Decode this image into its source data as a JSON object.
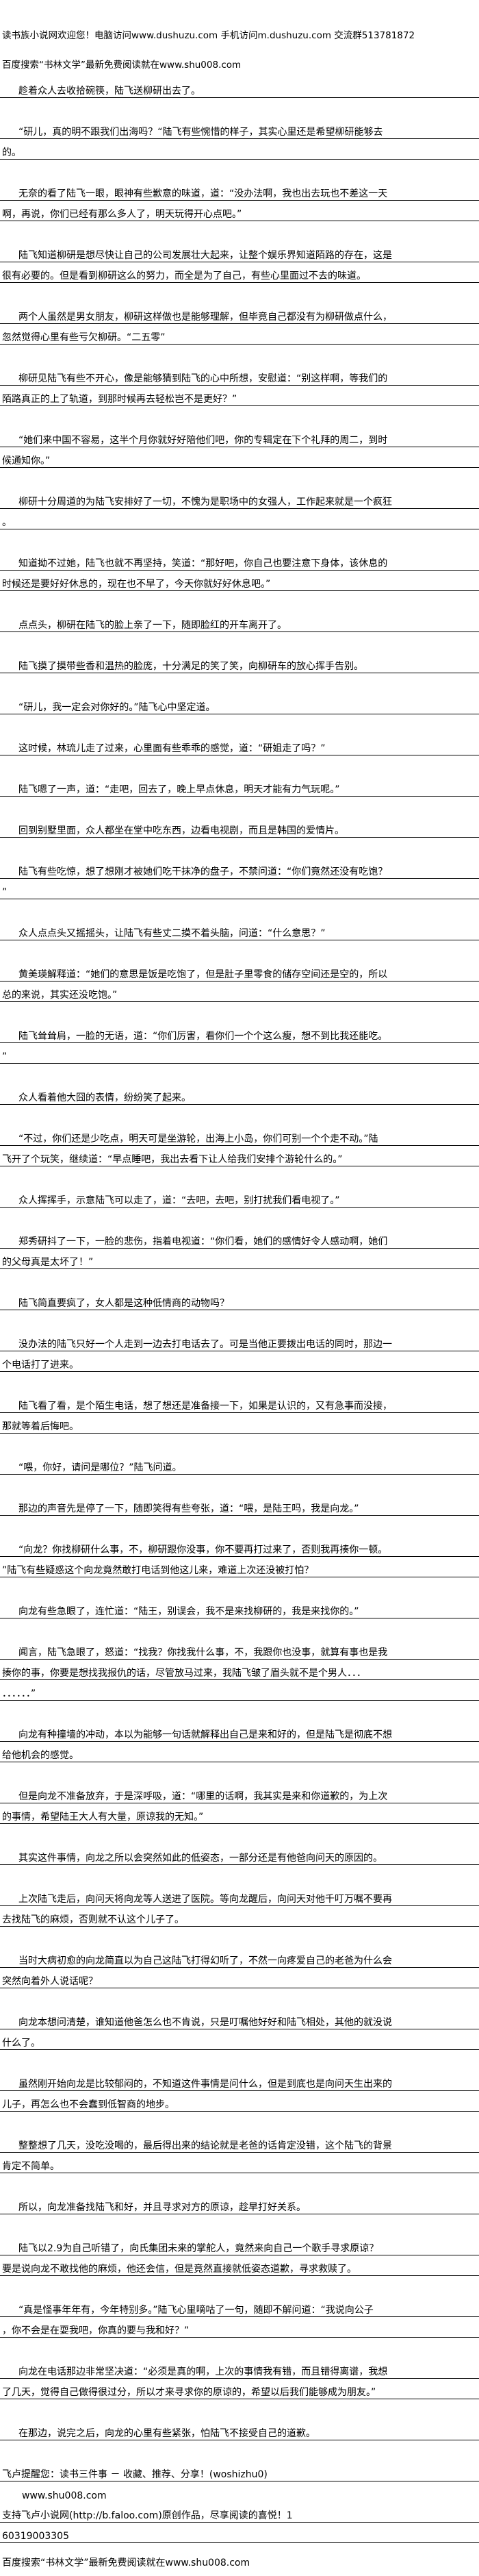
{
  "header": {
    "welcome": "读书族小说网欢迎您！电脑访问www.dushuzu.com 手机访问m.dushuzu.com 交流群513781872",
    "search_promo": "百度搜索“书林文学”最新免费阅读就在www.shu008.com"
  },
  "paragraphs": [
    [
      "趁着众人去收拾碗筷，陆飞送柳研出去了。"
    ],
    [
      "“研儿，真的明不跟我们出海吗？“陆飞有些惋惜的样子，其实心里还是希望柳研能够去",
      "的。"
    ],
    [
      "无奈的看了陆飞一眼，眼神有些歉意的味道，道：“没办法啊，我也出去玩也不差这一天",
      "啊，再说，你们已经有那么多人了，明天玩得开心点吧。”"
    ],
    [
      "陆飞知道柳研是想尽快让自己的公司发展壮大起来，让整个娱乐界知道陌路的存在，这是",
      "很有必要的。但是看到柳研这么的努力，而全是为了自己，有些心里面过不去的味道。"
    ],
    [
      "两个人虽然是男女朋友，柳研这样做也是能够理解，但毕竟自己都没有为柳研做点什么，",
      "忽然觉得心里有些亏欠柳研。“二五零”"
    ],
    [
      "柳研见陆飞有些不开心，像是能够猜到陆飞的心中所想，安慰道：“别这样啊，等我们的",
      "陌路真正的上了轨道，到那时候再去轻松岂不是更好？”"
    ],
    [
      "“她们来中国不容易，这半个月你就好好陪他们吧，你的专辑定在下个礼拜的周二，到时",
      "候通知你。”"
    ],
    [
      "柳研十分周道的为陆飞安排好了一切，不愧为是职场中的女强人，工作起来就是一个疯狂",
      "。"
    ],
    [
      "知道拗不过她，陆飞也就不再坚持，笑道：“那好吧，你自己也要注意下身体，该休息的",
      "时候还是要好好休息的，现在也不早了，今天你就好好休息吧。”"
    ],
    [
      "点点头，柳研在陆飞的脸上亲了一下，随即脸红的开车离开了。"
    ],
    [
      "陆飞摸了摸带些香和温热的脸庞，十分满足的笑了笑，向柳研车的放心挥手告别。"
    ],
    [
      "“研儿，我一定会对你好的。”陆飞心中坚定道。"
    ],
    [
      "这时候，林琉儿走了过来，心里面有些乖乖的感觉，道：“研姐走了吗？”"
    ],
    [
      "陆飞嗯了一声，道：“走吧，回去了，晚上早点休息，明天才能有力气玩呢。”"
    ],
    [
      "回到别墅里面，众人都坐在堂中吃东西，边看电视剧，而且是韩国的爱情片。"
    ],
    [
      "陆飞有些吃惊，想了想刚才被她们吃干抹净的盘子，不禁问道：“你们竟然还没有吃饱？",
      "”"
    ],
    [
      "众人点点头又摇摇头，让陆飞有些丈二摸不着头脑，问道：“什么意思？”"
    ],
    [
      "黄美瑛解释道：“她们的意思是饭是吃饱了，但是肚子里零食的储存空间还是空的，所以",
      "总的来说，其实还没吃饱。”"
    ],
    [
      "陆飞耸耸肩，一脸的无语，道：“你们厉害，看你们一个个这么瘦，想不到比我还能吃。",
      "”"
    ],
    [
      "众人看着他大囧的表情，纷纷笑了起来。"
    ],
    [
      "“不过，你们还是少吃点，明天可是坐游轮，出海上小岛，你们可别一个个走不动。”陆",
      "飞开了个玩笑，继续道：“早点睡吧，我出去看下让人给我们安排个游轮什么的。”"
    ],
    [
      "众人挥挥手，示意陆飞可以走了，道：“去吧，去吧，别打扰我们看电视了。”"
    ],
    [
      "郑秀研抖了一下，一脸的悲伤，指着电视道：“你们看，她们的感情好令人感动啊，她们",
      "的父母真是太坏了！”"
    ],
    [
      "陆飞简直要疯了，女人都是这种低情商的动物吗？"
    ],
    [
      "没办法的陆飞只好一个人走到一边去打电话去了。可是当他正要拨出电话的同时，那边一",
      "个电话打了进来。"
    ],
    [
      "陆飞看了看，是个陌生电话，想了想还是准备接一下，如果是认识的，又有急事而没接，",
      "那就等着后悔吧。"
    ],
    [
      "“喂，你好，请问是哪位？”陆飞问道。"
    ],
    [
      "那边的声音先是停了一下，随即笑得有些夸张，道：“喂，是陆王吗，我是向龙。”"
    ],
    [
      "“向龙？你找柳研什么事，不，柳研跟你没事，你不要再打过来了，否则我再揍你一顿。",
      "”陆飞有些疑惑这个向龙竟然敢打电话到他这儿来，难道上次还没被打怕？"
    ],
    [
      "向龙有些急眼了，连忙道：“陆王，别误会，我不是来找柳研的，我是来找你的。”"
    ],
    [
      "闻言，陆飞急眼了，怒道：“找我？你找我什么事，不，我跟你也没事，就算有事也是我",
      "揍你的事，你要是想找我报仇的话，尽管放马过来，我陆飞皱了眉头就不是个男人．．．",
      "．．．．．．”"
    ],
    [
      "向龙有种撞墙的冲动，本以为能够一句话就解释出自己是来和好的，但是陆飞是彻底不想",
      "给他机会的感觉。"
    ],
    [
      "但是向龙不准备放弃，于是深呼吸，道：“哪里的话啊，我其实是来和你道歉的，为上次",
      "的事情，希望陆王大人有大量，原谅我的无知。”"
    ],
    [
      "其实这件事情，向龙之所以会突然如此的低姿态，一部分还是有他爸向问天的原因的。"
    ],
    [
      "上次陆飞走后，向问天将向龙等人送进了医院。等向龙醒后，向问天对他千叮万嘱不要再",
      "去找陆飞的麻烦，否则就不认这个儿子了。"
    ],
    [
      "当时大病初愈的向龙简直以为自己这陆飞打得幻听了，不然一向疼爱自己的老爸为什么会",
      "突然向着外人说话呢？"
    ],
    [
      "向龙本想问清楚，谁知道他爸怎么也不肯说，只是叮嘱他好好和陆飞相处，其他的就没说",
      "什么了。"
    ],
    [
      "虽然刚开始向龙是比较郁闷的，不知道这件事情是问什么，但是到底也是向问天生出来的",
      "儿子，再怎么也不会蠢到低智商的地步。"
    ],
    [
      "整整想了几天，没吃没喝的，最后得出来的结论就是老爸的话肯定没错，这个陆飞的背景",
      "肯定不简单。"
    ],
    [
      "所以，向龙准备找陆飞和好，并且寻求对方的原谅，趁早打好关系。"
    ],
    [
      "陆飞以2.9为自己听错了，向氏集团未来的掌舵人，竟然来向自己一个歌手寻求原谅？",
      "要是说向龙不敢找他的麻烦，他还会信，但是竟然直接就低姿态道歉，寻求救赎了。"
    ],
    [
      "“真是怪事年年有，今年特别多。”陆飞心里嘀咕了一句，随即不解问道：“我说向公子",
      "，你不会是在耍我吧，你真的要与我和好？”"
    ],
    [
      "向龙在电话那边非常坚决道：“必须是真的啊，上次的事情我有错，而且错得离谱，我想",
      "了几天，觉得自己做得很过分，所以才来寻求你的原谅的，希望以后我们能够成为朋友。”"
    ],
    [
      "在那边，说完之后，向龙的心里有些紧张，怕陆飞不接受自己的道歉。"
    ]
  ],
  "footer": {
    "reminder": "飞卢提醒您：读书三件事 － 收藏、推荐、分享！(woshizhu0)",
    "site_url": "www.shu008.com",
    "support_line1": "支持飞卢小说网(http://b.faloo.com)原创作品，尽享阅读的喜悦！1",
    "support_line2": "60319003305",
    "search_promo": "百度搜索“书林文学”最新免费阅读就在www.shu008.com"
  }
}
